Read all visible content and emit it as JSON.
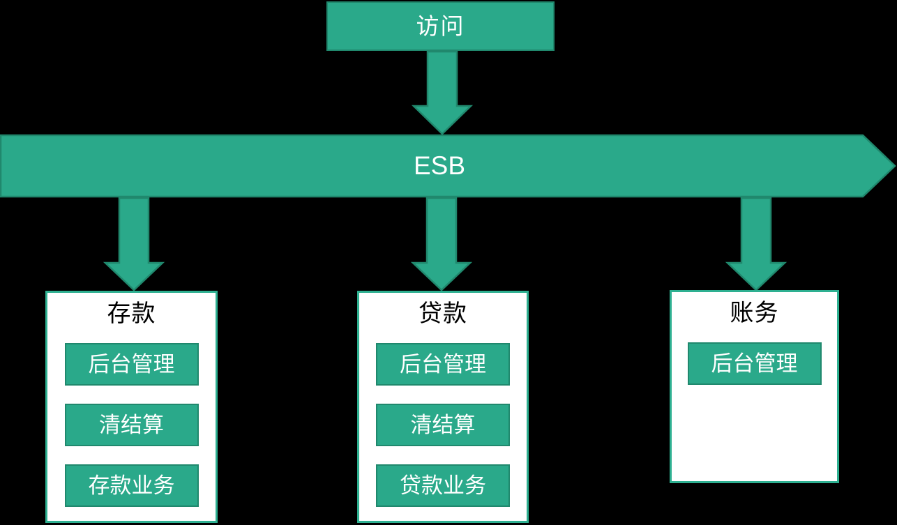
{
  "diagram": {
    "top_node": {
      "label": "访问"
    },
    "bus": {
      "label": "ESB"
    },
    "groups": [
      {
        "title": "存款",
        "items": [
          "后台管理",
          "清结算",
          "存款业务"
        ]
      },
      {
        "title": "贷款",
        "items": [
          "后台管理",
          "清结算",
          "贷款业务"
        ]
      },
      {
        "title": "账务",
        "items": [
          "后台管理"
        ]
      }
    ],
    "colors": {
      "background": "#000000",
      "shape_fill": "#2AA98A",
      "shape_border": "#20886D",
      "container_bg": "#FFFFFF",
      "container_border": "#2EB091",
      "text_on_fill": "#FFFFFF",
      "title_text": "#000000"
    }
  }
}
